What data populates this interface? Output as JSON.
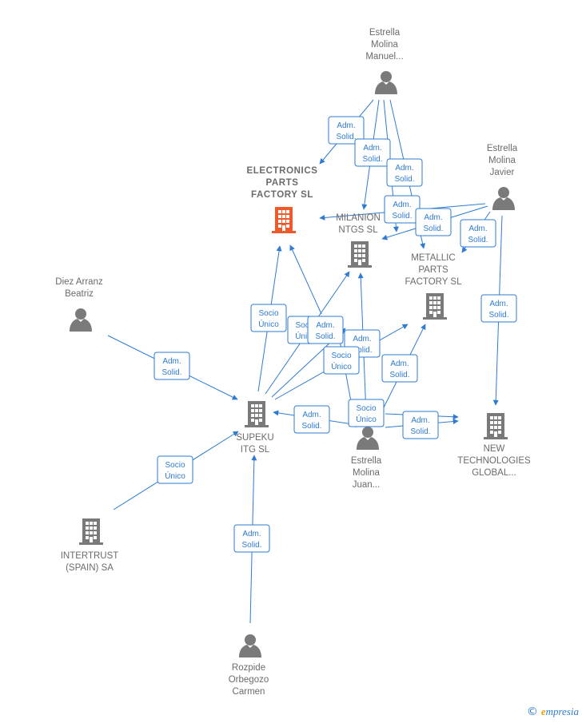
{
  "colors": {
    "edge": "#2e7bd1",
    "building": "#7a7a7a",
    "building_highlight": "#ee5a2a",
    "person": "#7a7a7a",
    "label": "#6b6b6b"
  },
  "nodes": [
    {
      "id": "estrella-manuel",
      "type": "person",
      "lines": [
        "Estrella",
        "Molina",
        "Manuel..."
      ],
      "icon": "person-icon"
    },
    {
      "id": "estrella-javier",
      "type": "person",
      "lines": [
        "Estrella",
        "Molina",
        "Javier"
      ],
      "icon": "person-icon"
    },
    {
      "id": "electronics",
      "type": "company-highlight",
      "lines": [
        "ELECTRONICS",
        "PARTS",
        "FACTORY  SL"
      ],
      "icon": "building-icon"
    },
    {
      "id": "milanion",
      "type": "company",
      "lines": [
        "MILANION",
        "NTGS  SL"
      ],
      "icon": "building-icon"
    },
    {
      "id": "metallic",
      "type": "company",
      "lines": [
        "METALLIC",
        "PARTS",
        "FACTORY  SL"
      ],
      "icon": "building-icon"
    },
    {
      "id": "diez",
      "type": "person",
      "lines": [
        "Diez Arranz",
        "Beatriz"
      ],
      "icon": "person-icon"
    },
    {
      "id": "supeku",
      "type": "company",
      "lines": [
        "SUPEKU",
        "ITG  SL"
      ],
      "icon": "building-icon"
    },
    {
      "id": "estrella-juan",
      "type": "person",
      "lines": [
        "Estrella",
        "Molina",
        "Juan..."
      ],
      "icon": "person-icon"
    },
    {
      "id": "newtech",
      "type": "company",
      "lines": [
        "NEW",
        "TECHNOLOGIES",
        "GLOBAL..."
      ],
      "icon": "building-icon"
    },
    {
      "id": "intertrust",
      "type": "company",
      "lines": [
        "INTERTRUST",
        "(SPAIN) SA"
      ],
      "icon": "building-icon"
    },
    {
      "id": "rozpide",
      "type": "person",
      "lines": [
        "Rozpide",
        "Orbegozo",
        "Carmen"
      ],
      "icon": "person-icon"
    }
  ],
  "badges": [
    {
      "lines": [
        "Adm.",
        "Solid."
      ]
    },
    {
      "lines": [
        "Adm.",
        "Solid."
      ]
    },
    {
      "lines": [
        "Adm.",
        "Solid."
      ]
    },
    {
      "lines": [
        "Adm.",
        "Solid."
      ]
    },
    {
      "lines": [
        "Adm.",
        "Solid."
      ]
    },
    {
      "lines": [
        "Adm.",
        "Solid."
      ]
    },
    {
      "lines": [
        "Adm.",
        "Solid."
      ]
    },
    {
      "lines": [
        "Adm.",
        "Solid."
      ]
    },
    {
      "lines": [
        "Socio",
        "Único"
      ]
    },
    {
      "lines": [
        "Socio",
        "Único"
      ]
    },
    {
      "lines": [
        "Adm.",
        "Solid."
      ]
    },
    {
      "lines": [
        "Adm.",
        "Solid."
      ]
    },
    {
      "lines": [
        "Socio",
        "Único"
      ]
    },
    {
      "lines": [
        "Adm.",
        "Solid."
      ]
    },
    {
      "lines": [
        "Adm.",
        "Solid."
      ]
    },
    {
      "lines": [
        "Socio",
        "Único"
      ]
    },
    {
      "lines": [
        "Adm.",
        "Solid."
      ]
    },
    {
      "lines": [
        "Socio",
        "Único"
      ]
    },
    {
      "lines": [
        "Adm.",
        "Solid."
      ]
    }
  ],
  "footer": {
    "copyright": "©",
    "brand_initial": "e",
    "brand_rest": "mpresia"
  }
}
